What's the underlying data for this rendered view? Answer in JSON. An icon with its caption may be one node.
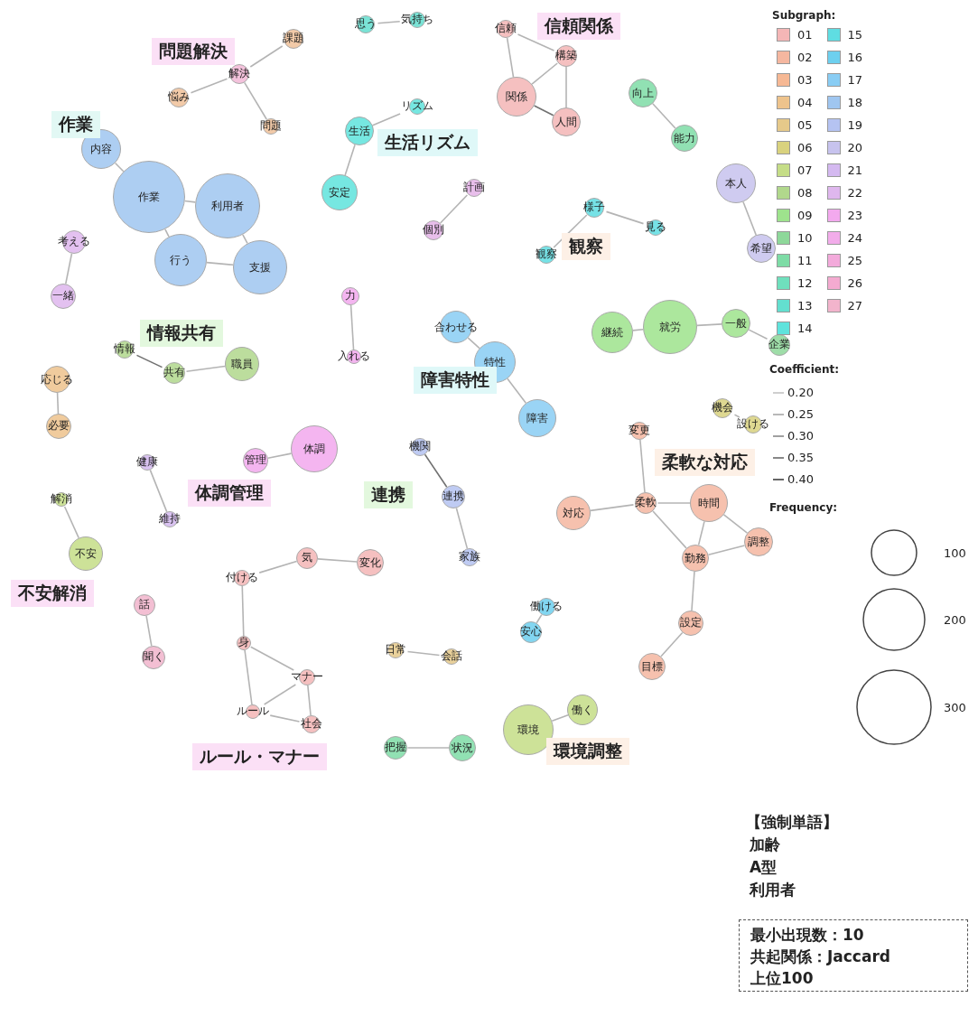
{
  "diagram": {
    "nodes": [
      {
        "text": [
          "思う"
        ]
      },
      {
        "text": [
          "気持ち"
        ]
      },
      {
        "text": [
          "信頼"
        ]
      },
      {
        "text": [
          "構築"
        ]
      },
      {
        "text": [
          "関係"
        ]
      },
      {
        "text": [
          "人間"
        ]
      },
      {
        "text": [
          "課題"
        ]
      },
      {
        "text": [
          "解決"
        ]
      },
      {
        "text": [
          "悩み"
        ]
      },
      {
        "text": [
          "問題"
        ]
      },
      {
        "text": [
          "向上"
        ]
      },
      {
        "text": [
          "能力"
        ]
      },
      {
        "text": [
          "リズム"
        ]
      },
      {
        "text": [
          "生活"
        ]
      },
      {
        "text": [
          "安定"
        ]
      },
      {
        "text": [
          "内容"
        ]
      },
      {
        "text": [
          "作業"
        ]
      },
      {
        "text": [
          "利用者"
        ]
      },
      {
        "text": [
          "行う"
        ]
      },
      {
        "text": [
          "支援"
        ]
      },
      {
        "text": [
          "考える"
        ]
      },
      {
        "text": [
          "一緒"
        ]
      },
      {
        "text": [
          "計画"
        ]
      },
      {
        "text": [
          "個別"
        ]
      },
      {
        "text": [
          "様子"
        ]
      },
      {
        "text": [
          "見る"
        ]
      },
      {
        "text": [
          "観察"
        ]
      },
      {
        "text": [
          "本人"
        ]
      },
      {
        "text": [
          "希望"
        ]
      },
      {
        "text": [
          "力"
        ]
      },
      {
        "text": [
          "入れる"
        ]
      },
      {
        "text": [
          "合わせる"
        ]
      },
      {
        "text": [
          "特性"
        ]
      },
      {
        "text": [
          "障害"
        ]
      },
      {
        "text": [
          "継続"
        ]
      },
      {
        "text": [
          "就労"
        ]
      },
      {
        "text": [
          "一般"
        ]
      },
      {
        "text": [
          "企業"
        ]
      },
      {
        "text": [
          "情報"
        ]
      },
      {
        "text": [
          "共有"
        ]
      },
      {
        "text": [
          "職員"
        ]
      },
      {
        "text": [
          "応じる"
        ]
      },
      {
        "text": [
          "必要"
        ]
      },
      {
        "text": [
          "機会"
        ]
      },
      {
        "text": [
          "設ける"
        ]
      },
      {
        "text": [
          "健康"
        ]
      },
      {
        "text": [
          "維持"
        ]
      },
      {
        "text": [
          "管理"
        ]
      },
      {
        "text": [
          "体調"
        ]
      },
      {
        "text": [
          "機関"
        ]
      },
      {
        "text": [
          "連携"
        ]
      },
      {
        "text": [
          "家族"
        ]
      },
      {
        "text": [
          "変更"
        ]
      },
      {
        "text": [
          "柔軟"
        ]
      },
      {
        "text": [
          "対応"
        ]
      },
      {
        "text": [
          "時間"
        ]
      },
      {
        "text": [
          "調整"
        ]
      },
      {
        "text": [
          "勤務"
        ]
      },
      {
        "text": [
          "設定"
        ]
      },
      {
        "text": [
          "目標"
        ]
      },
      {
        "text": [
          "解消"
        ]
      },
      {
        "text": [
          "不安"
        ]
      },
      {
        "text": [
          "話"
        ]
      },
      {
        "text": [
          "聞く"
        ]
      },
      {
        "text": [
          "付ける"
        ]
      },
      {
        "text": [
          "気"
        ]
      },
      {
        "text": [
          "変化"
        ]
      },
      {
        "text": [
          "身"
        ]
      },
      {
        "text": [
          "マナー"
        ]
      },
      {
        "text": [
          "ルール"
        ]
      },
      {
        "text": [
          "社会"
        ]
      },
      {
        "text": [
          "働ける"
        ]
      },
      {
        "text": [
          "安心"
        ]
      },
      {
        "text": [
          "日常"
        ]
      },
      {
        "text": [
          "会話"
        ]
      },
      {
        "text": [
          "把握"
        ]
      },
      {
        "text": [
          "状況"
        ]
      },
      {
        "text": [
          "環境"
        ]
      },
      {
        "text": [
          "働く"
        ]
      },
      {
        "text": [
          "問題解決"
        ]
      },
      {
        "text": [
          "信頼関係"
        ]
      },
      {
        "text": [
          "作業"
        ]
      },
      {
        "text": [
          "生活リズム"
        ]
      },
      {
        "text": [
          "観察"
        ]
      },
      {
        "text": [
          "情報共有"
        ]
      },
      {
        "text": [
          "障害特性"
        ]
      },
      {
        "text": [
          "柔軟な対応"
        ]
      },
      {
        "text": [
          "体調管理"
        ]
      },
      {
        "text": [
          "連携"
        ]
      },
      {
        "text": [
          "不安解消"
        ]
      },
      {
        "text": [
          "ルール・マナー"
        ]
      },
      {
        "text": [
          "環境調整"
        ]
      },
      {
        "text": [
          "最小出現数：10",
          "共起関係：Jaccard",
          "上位100"
        ]
      }
    ],
    "edges": [
      {
        "from": 0,
        "to": 1,
        "arrow": "none"
      },
      {
        "from": 2,
        "to": 3,
        "arrow": "none"
      },
      {
        "from": 2,
        "to": 4,
        "arrow": "none"
      },
      {
        "from": 3,
        "to": 4,
        "arrow": "none"
      },
      {
        "from": 3,
        "to": 5,
        "arrow": "none"
      },
      {
        "from": 4,
        "to": 5,
        "arrow": "none",
        "color": "#707070"
      },
      {
        "from": 7,
        "to": 6,
        "arrow": "none"
      },
      {
        "from": 7,
        "to": 8,
        "arrow": "none"
      },
      {
        "from": 7,
        "to": 9,
        "arrow": "none"
      },
      {
        "from": 10,
        "to": 11,
        "arrow": "none"
      },
      {
        "from": 12,
        "to": 13,
        "arrow": "none"
      },
      {
        "from": 13,
        "to": 14,
        "arrow": "none"
      },
      {
        "from": 15,
        "to": 16,
        "arrow": "none"
      },
      {
        "from": 16,
        "to": 17,
        "arrow": "none"
      },
      {
        "from": 16,
        "to": 18,
        "arrow": "none"
      },
      {
        "from": 18,
        "to": 19,
        "arrow": "none"
      },
      {
        "from": 17,
        "to": 19,
        "arrow": "none"
      },
      {
        "from": 20,
        "to": 21,
        "arrow": "none"
      },
      {
        "from": 22,
        "to": 23,
        "arrow": "none"
      },
      {
        "from": 24,
        "to": 25,
        "arrow": "none"
      },
      {
        "from": 24,
        "to": 26,
        "arrow": "none"
      },
      {
        "from": 27,
        "to": 28,
        "arrow": "none"
      },
      {
        "from": 29,
        "to": 30,
        "arrow": "none"
      },
      {
        "from": 31,
        "to": 32,
        "arrow": "none"
      },
      {
        "from": 32,
        "to": 33,
        "arrow": "none"
      },
      {
        "from": 34,
        "to": 35,
        "arrow": "none"
      },
      {
        "from": 35,
        "to": 36,
        "arrow": "none"
      },
      {
        "from": 36,
        "to": 37,
        "arrow": "none"
      },
      {
        "from": 38,
        "to": 39,
        "arrow": "none",
        "color": "#707070"
      },
      {
        "from": 39,
        "to": 40,
        "arrow": "none"
      },
      {
        "from": 41,
        "to": 42,
        "arrow": "none"
      },
      {
        "from": 43,
        "to": 44,
        "arrow": "none"
      },
      {
        "from": 45,
        "to": 46,
        "arrow": "none"
      },
      {
        "from": 47,
        "to": 48,
        "arrow": "none"
      },
      {
        "from": 49,
        "to": 50,
        "arrow": "none",
        "color": "#707070"
      },
      {
        "from": 50,
        "to": 51,
        "arrow": "none"
      },
      {
        "from": 52,
        "to": 53,
        "arrow": "none"
      },
      {
        "from": 54,
        "to": 53,
        "arrow": "none"
      },
      {
        "from": 53,
        "to": 55,
        "arrow": "none"
      },
      {
        "from": 53,
        "to": 57,
        "arrow": "none"
      },
      {
        "from": 55,
        "to": 57,
        "arrow": "none"
      },
      {
        "from": 55,
        "to": 56,
        "arrow": "none"
      },
      {
        "from": 57,
        "to": 56,
        "arrow": "none"
      },
      {
        "from": 57,
        "to": 58,
        "arrow": "none"
      },
      {
        "from": 58,
        "to": 59,
        "arrow": "none"
      },
      {
        "from": 60,
        "to": 61,
        "arrow": "none"
      },
      {
        "from": 62,
        "to": 63,
        "arrow": "none"
      },
      {
        "from": 64,
        "to": 65,
        "arrow": "none"
      },
      {
        "from": 65,
        "to": 66,
        "arrow": "none"
      },
      {
        "from": 64,
        "to": 67,
        "arrow": "none"
      },
      {
        "from": 67,
        "to": 68,
        "arrow": "none"
      },
      {
        "from": 67,
        "to": 69,
        "arrow": "none"
      },
      {
        "from": 69,
        "to": 68,
        "arrow": "none"
      },
      {
        "from": 69,
        "to": 70,
        "arrow": "none"
      },
      {
        "from": 68,
        "to": 70,
        "arrow": "none"
      },
      {
        "from": 72,
        "to": 71,
        "arrow": "none"
      },
      {
        "from": 73,
        "to": 74,
        "arrow": "none"
      },
      {
        "from": 75,
        "to": 76,
        "arrow": "none"
      },
      {
        "from": 77,
        "to": 78,
        "arrow": "none"
      }
    ],
    "labels": [
      "Subgraph:",
      "Coefficient:",
      "Frequency:",
      "【強制単語】",
      "加齢",
      "A型",
      "利用者"
    ],
    "legend": [
      {
        "text": "01",
        "color": "#f4b6b6"
      },
      {
        "text": "02",
        "color": "#f5b7a0"
      },
      {
        "text": "03",
        "color": "#f6b894"
      },
      {
        "text": "04",
        "color": "#eec38c"
      },
      {
        "text": "05",
        "color": "#e6c98a"
      },
      {
        "text": "06",
        "color": "#d9d27e"
      },
      {
        "text": "07",
        "color": "#c5dd87"
      },
      {
        "text": "08",
        "color": "#b1d88c"
      },
      {
        "text": "09",
        "color": "#9ee38d"
      },
      {
        "text": "10",
        "color": "#8ed89a"
      },
      {
        "text": "11",
        "color": "#7edca6"
      },
      {
        "text": "12",
        "color": "#6fe0bd"
      },
      {
        "text": "13",
        "color": "#63dfcf"
      },
      {
        "text": "14",
        "color": "#5fe3dc"
      },
      {
        "text": "15",
        "color": "#5fdde2"
      },
      {
        "text": "16",
        "color": "#6dd0ef"
      },
      {
        "text": "17",
        "color": "#89cdf4"
      },
      {
        "text": "18",
        "color": "#9fc6f0"
      },
      {
        "text": "19",
        "color": "#b5c3f2"
      },
      {
        "text": "20",
        "color": "#c7c3ee"
      },
      {
        "text": "21",
        "color": "#d4b9f0"
      },
      {
        "text": "22",
        "color": "#dfb7ee"
      },
      {
        "text": "23",
        "color": "#f3a9ee"
      },
      {
        "text": "24",
        "color": "#f2acea"
      },
      {
        "text": "25",
        "color": "#f3aadb"
      },
      {
        "text": "26",
        "color": "#f4aad0"
      },
      {
        "text": "27",
        "color": "#f2b4cc"
      },
      {
        "text": "0.20"
      },
      {
        "text": "0.25"
      },
      {
        "text": "0.30"
      },
      {
        "text": "0.35"
      },
      {
        "text": "0.40"
      },
      {
        "text": "100"
      },
      {
        "text": "200"
      },
      {
        "text": "300"
      }
    ]
  }
}
